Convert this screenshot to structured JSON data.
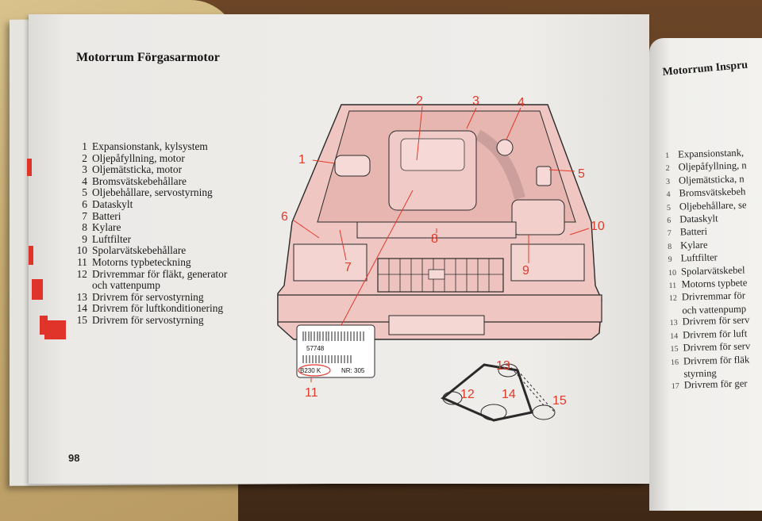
{
  "page": {
    "title": "Motorrum Förgasarmotor",
    "page_number": "98"
  },
  "legend": [
    {
      "num": "1",
      "text": "Expansionstank, kylsystem"
    },
    {
      "num": "2",
      "text": "Oljepåfyllning, motor"
    },
    {
      "num": "3",
      "text": "Oljemätsticka, motor"
    },
    {
      "num": "4",
      "text": "Bromsvätskebehållare"
    },
    {
      "num": "5",
      "text": "Oljebehållare, servostyrning"
    },
    {
      "num": "6",
      "text": "Dataskylt"
    },
    {
      "num": "7",
      "text": "Batteri"
    },
    {
      "num": "8",
      "text": "Kylare"
    },
    {
      "num": "9",
      "text": "Luftfilter"
    },
    {
      "num": "10",
      "text": "Spolarvätskebehållare"
    },
    {
      "num": "11",
      "text": "Motorns typbeteckning"
    },
    {
      "num": "12",
      "text": "Drivremmar för fläkt, generator",
      "cont": "och vattenpump"
    },
    {
      "num": "13",
      "text": "Drivrem för servostyrning"
    },
    {
      "num": "14",
      "text": "Drivrem för luftkonditionering"
    },
    {
      "num": "15",
      "text": "Drivrem för servostyrning"
    }
  ],
  "diagram": {
    "callouts": [
      "1",
      "2",
      "3",
      "4",
      "5",
      "6",
      "7",
      "8",
      "9",
      "10",
      "11",
      "12",
      "13",
      "14",
      "15"
    ],
    "label_card": {
      "code_top": "57748",
      "engine_code": "B230 K",
      "nr": "NR: 305"
    }
  },
  "right_page": {
    "title": "Motorrum Inspru",
    "items": [
      {
        "num": "1",
        "text": "Expansionstank,"
      },
      {
        "num": "2",
        "text": "Oljepåfyllning, n"
      },
      {
        "num": "3",
        "text": "Oljemätsticka, n"
      },
      {
        "num": "4",
        "text": "Bromsvätskebeh"
      },
      {
        "num": "5",
        "text": "Oljebehållare, se"
      },
      {
        "num": "6",
        "text": "Dataskylt"
      },
      {
        "num": "7",
        "text": "Batteri"
      },
      {
        "num": "8",
        "text": "Kylare"
      },
      {
        "num": "9",
        "text": "Luftfilter"
      },
      {
        "num": "10",
        "text": "Spolarvätskebel"
      },
      {
        "num": "11",
        "text": "Motorns typbete"
      },
      {
        "num": "12",
        "text": "Drivremmar för",
        "cont": "och vattenpump"
      },
      {
        "num": "13",
        "text": "Drivrem för serv"
      },
      {
        "num": "14",
        "text": "Drivrem för luft"
      },
      {
        "num": "15",
        "text": "Drivrem för serv"
      },
      {
        "num": "16",
        "text": "Drivrem för fläk",
        "cont": "styrning"
      },
      {
        "num": "17",
        "text": "Drivrem för ger"
      }
    ]
  },
  "colors": {
    "accent": "#e23a2c",
    "diagram_fill": "#efc6c2",
    "page": "#eeedea"
  }
}
